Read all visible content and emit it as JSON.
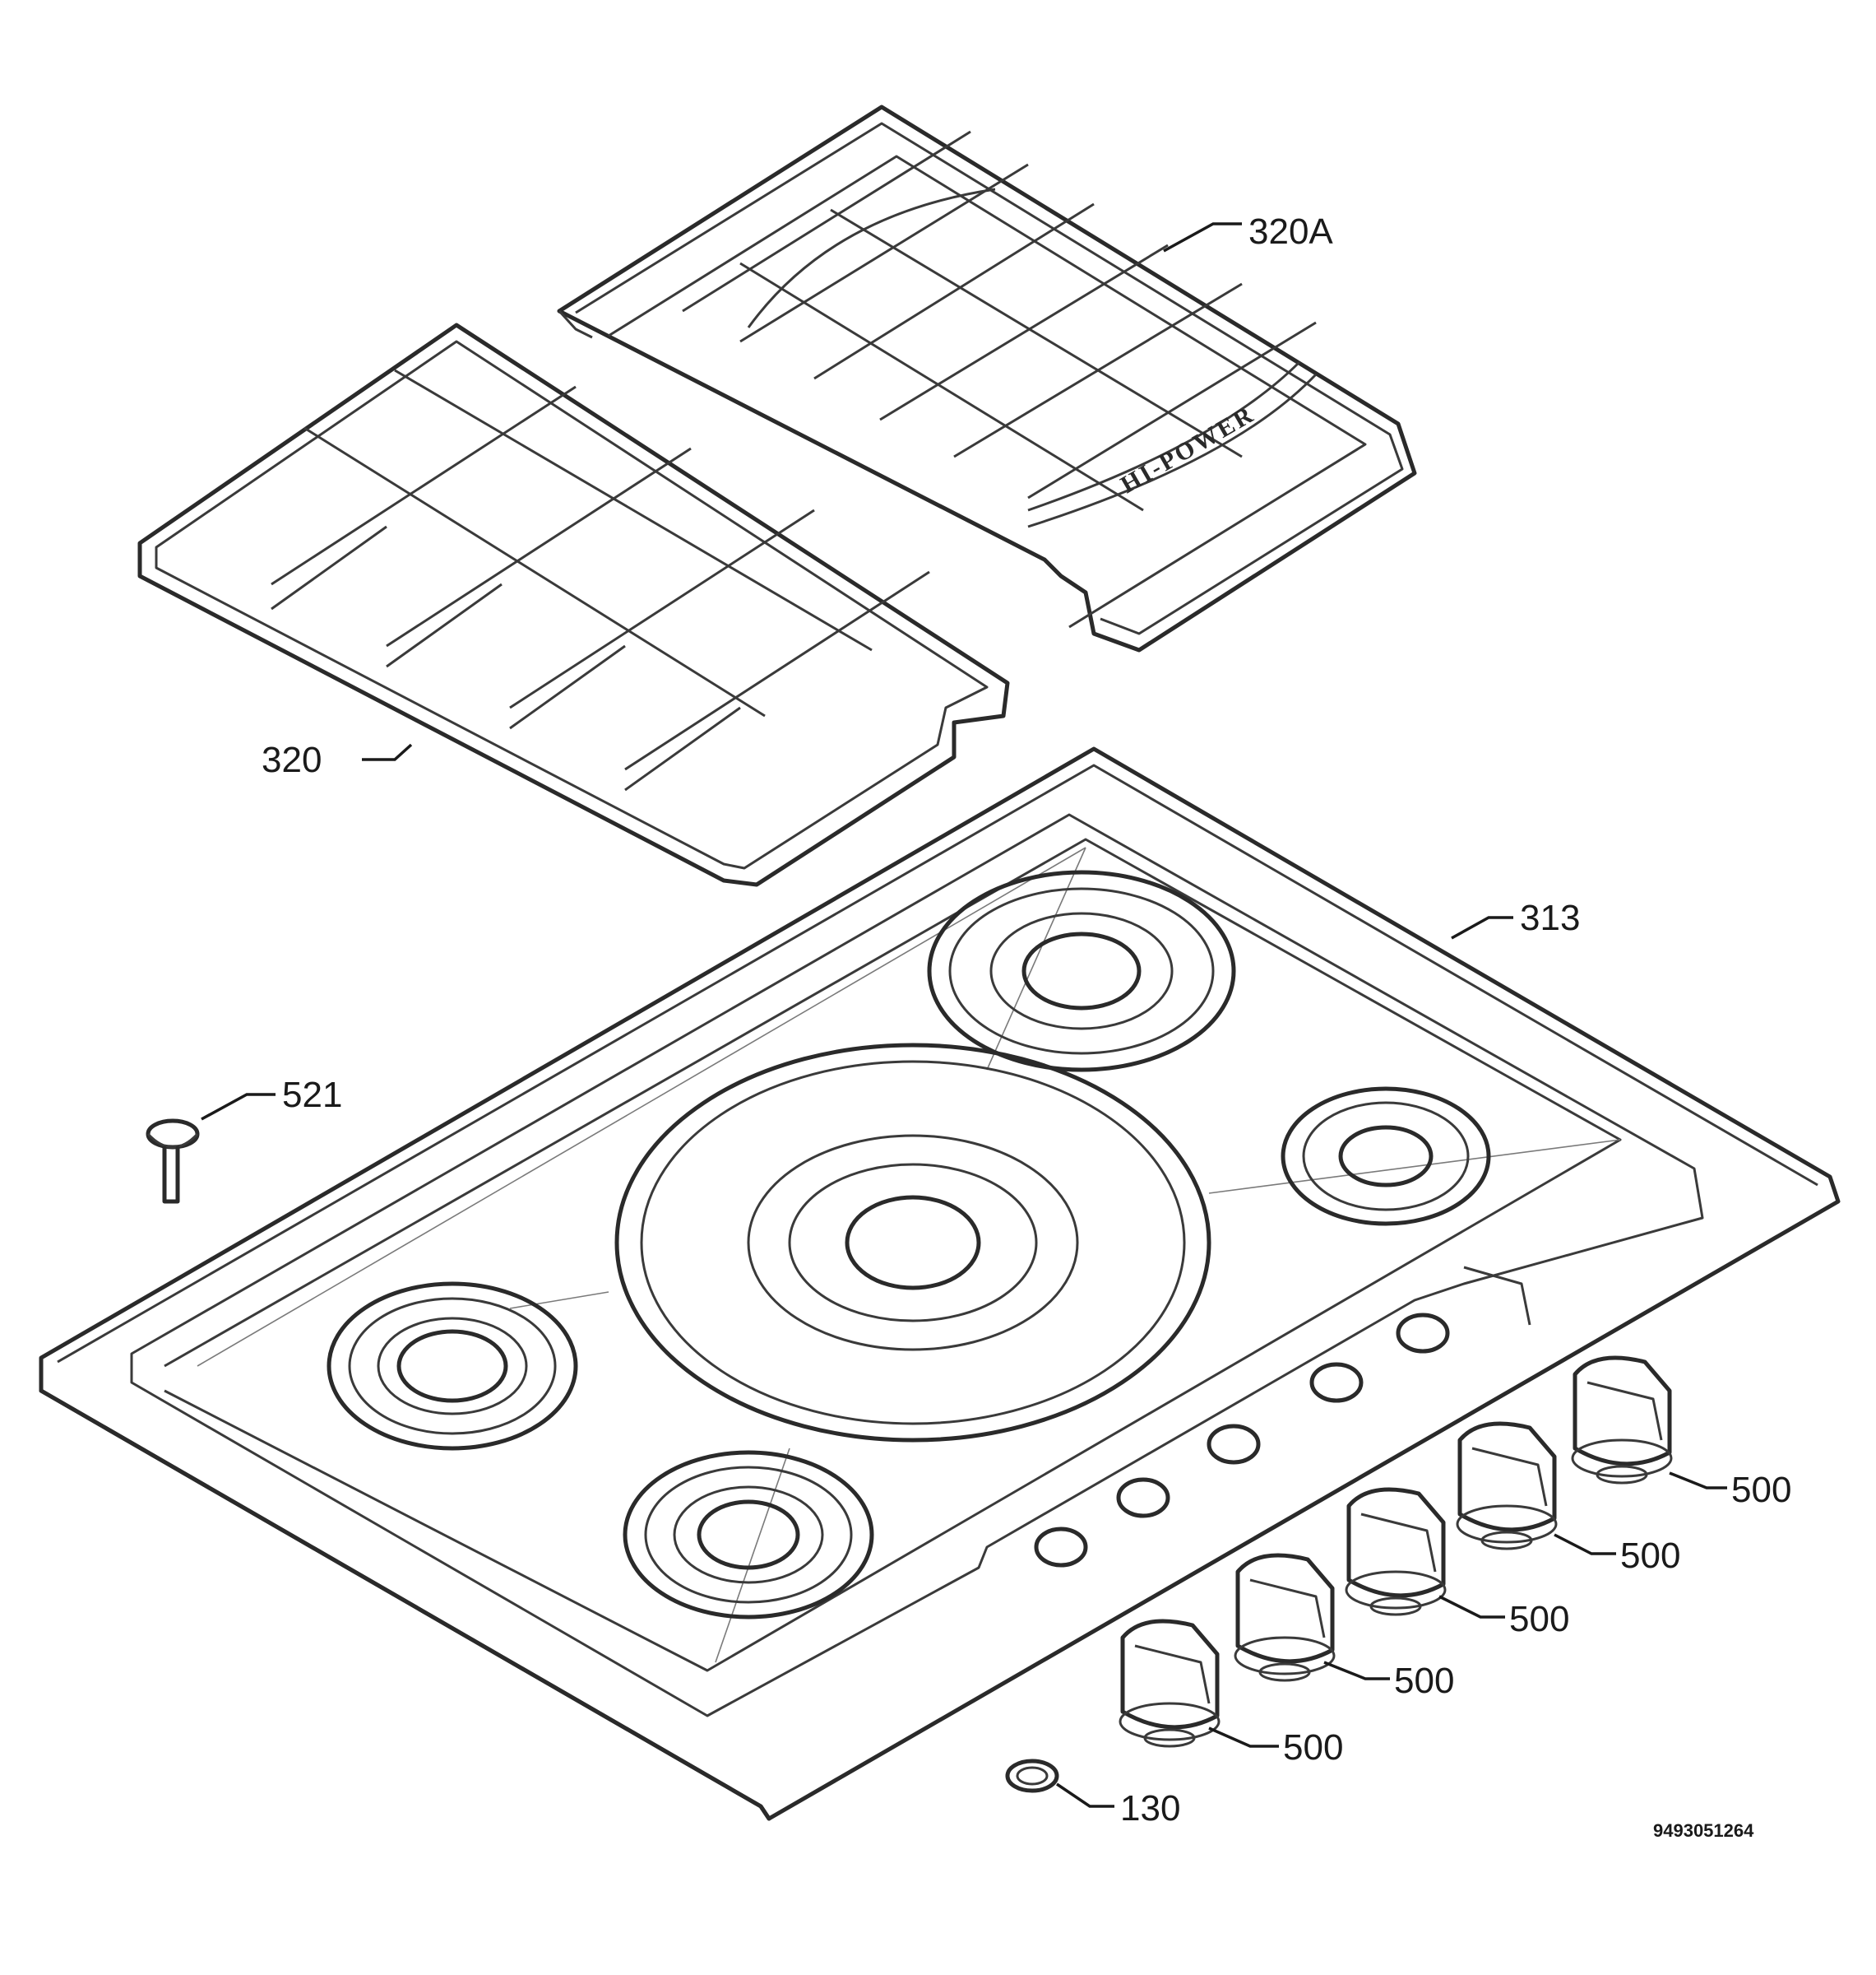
{
  "callouts": {
    "grate_right": "320A",
    "grate_left": "320",
    "hob_top": "313",
    "screw": "521",
    "knob_1": "500",
    "knob_2": "500",
    "knob_3": "500",
    "knob_4": "500",
    "knob_5": "500",
    "gasket": "130"
  },
  "embossed_text": "HI-POWER",
  "document_number": "9493051264",
  "colors": {
    "line": "#2a2a2a",
    "background": "#ffffff"
  }
}
